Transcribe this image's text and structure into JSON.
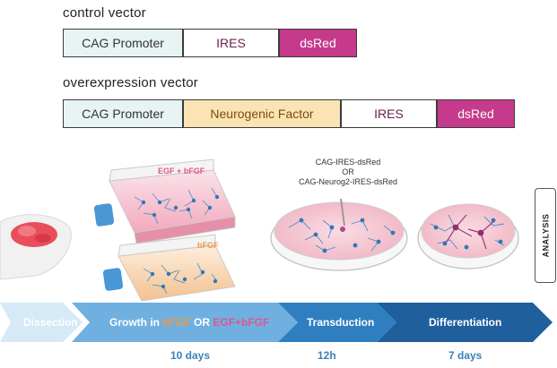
{
  "control_vector": {
    "title": "control vector",
    "segments": [
      {
        "key": "promoter",
        "label": "CAG Promoter"
      },
      {
        "key": "ires",
        "label": "IRES"
      },
      {
        "key": "dsred",
        "label": "dsRed"
      }
    ]
  },
  "overexpression_vector": {
    "title": "overexpression vector",
    "segments": [
      {
        "key": "promoter",
        "label": "CAG Promoter"
      },
      {
        "key": "neuro",
        "label": "Neurogenic Factor"
      },
      {
        "key": "ires",
        "label": "IRES"
      },
      {
        "key": "dsred",
        "label": "dsRed"
      }
    ]
  },
  "flasks": {
    "top_label": "EGF + bFGF",
    "bottom_label": "bFGF"
  },
  "transduction_label": {
    "line1": "CAG-IRES-dsRed",
    "line2": "OR",
    "line3": "CAG-Neurog2-IRES-dsRed"
  },
  "analysis_label": "ANALYSIS",
  "timeline": {
    "steps": {
      "dissection": "Dissection",
      "growth_prefix": "Growth in ",
      "growth_opt1": "bFGF",
      "growth_or": " OR ",
      "growth_opt2": "EGF+bFGF",
      "transduction": "Transduction",
      "differentiation": "Differentiation"
    },
    "durations": {
      "growth": "10 days",
      "transduction": "12h",
      "differentiation": "7 days"
    }
  },
  "colors": {
    "dsred": "#c63a8c",
    "neurogenic": "#fbe4b3",
    "promoter": "#e8f4f3",
    "egf_label": "#e0558f",
    "bfgf_label": "#e89a4a",
    "arrow_light": "#d6e9f7",
    "arrow_mid": "#6fb0e0",
    "arrow_dark": "#2f7fc0",
    "arrow_darkest": "#1f5f9e"
  }
}
